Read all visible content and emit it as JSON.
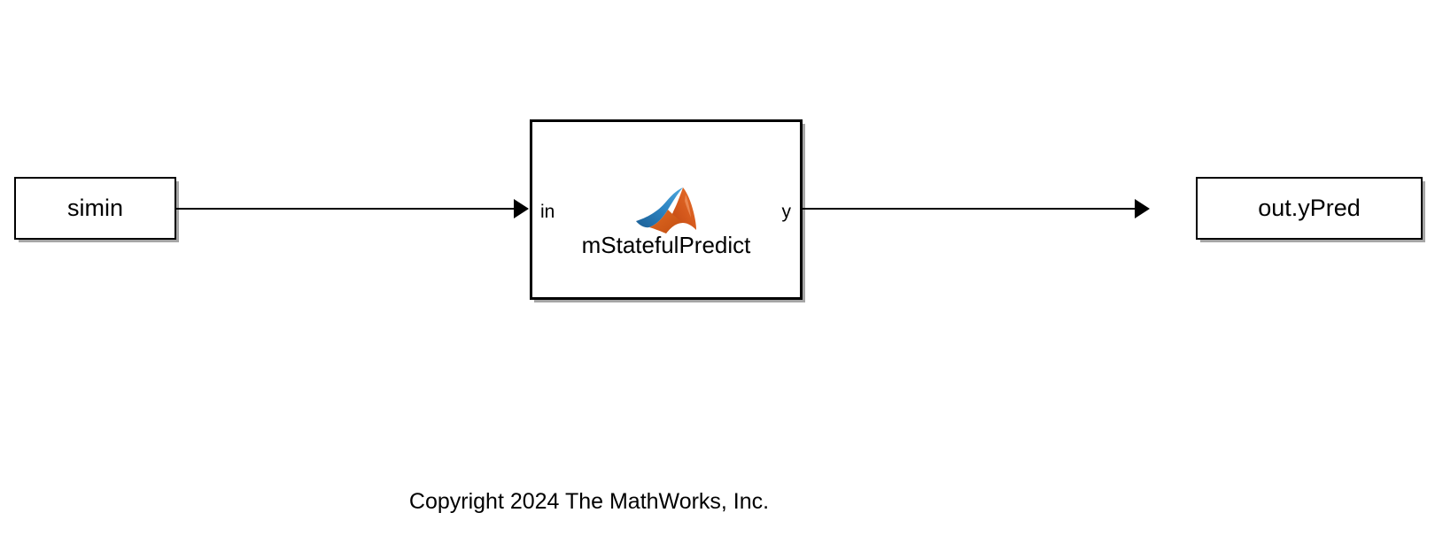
{
  "model": {
    "blocks": {
      "source": {
        "label": "simin",
        "type": "from-workspace"
      },
      "function": {
        "name": "mStatefulPredict",
        "icon": "matlab-membrane-icon",
        "input_port_label": "in",
        "output_port_label": "y"
      },
      "sink": {
        "label": "out.yPred",
        "type": "to-workspace"
      }
    },
    "signals": [
      {
        "name": "signal-simin-to-function"
      },
      {
        "name": "signal-function-to-out"
      }
    ],
    "annotation": {
      "copyright": "Copyright 2024 The MathWorks, Inc."
    },
    "colors": {
      "background": "#ffffff",
      "block_border": "#000000",
      "signal": "#000000",
      "logo_blue": "#2b7dbc",
      "logo_orange": "#d4581c"
    }
  }
}
